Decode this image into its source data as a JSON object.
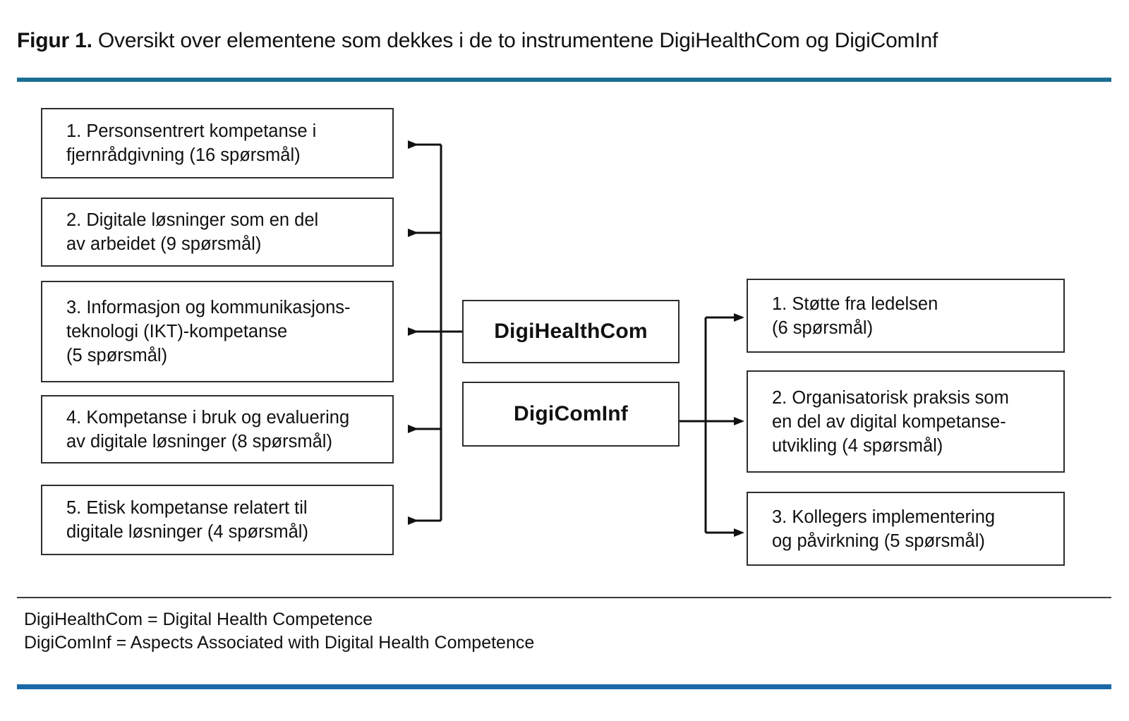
{
  "figure": {
    "label": "Figur 1.",
    "caption": "Oversikt over elementene som dekkes i de to instrumentene DigiHealthCom og DigiComInf",
    "accent_color_top": "#1b6e93",
    "accent_color_bottom": "#1a6aa8",
    "divider_color": "#3b3b3b",
    "box_border_color": "#2e2e2e"
  },
  "diagram": {
    "type": "flow-diagram",
    "center_nodes": [
      {
        "id": "digihealthcom",
        "label": "DigiHealthCom"
      },
      {
        "id": "digicominf",
        "label": "DigiComInf"
      }
    ],
    "left_branch": {
      "source": "DigiHealthCom",
      "direction": "left",
      "items": [
        {
          "index": "1.",
          "text": "1. Personsentrert kompetanse i\nfjernrådgivning (16 spørsmål)",
          "questions": 16
        },
        {
          "index": "2.",
          "text": "2. Digitale løsninger som en del\nav arbeidet (9 spørsmål)",
          "questions": 9
        },
        {
          "index": "3.",
          "text": "3. Informasjon og kommunikasjons-\nteknologi (IKT)-kompetanse\n(5 spørsmål)",
          "questions": 5
        },
        {
          "index": "4.",
          "text": "4. Kompetanse i bruk og evaluering\nav digitale løsninger (8 spørsmål)",
          "questions": 8
        },
        {
          "index": "5.",
          "text": "5. Etisk kompetanse relatert til\ndigitale løsninger (4 spørsmål)",
          "questions": 4
        }
      ]
    },
    "right_branch": {
      "source": "DigiComInf",
      "direction": "right",
      "items": [
        {
          "index": "1.",
          "text": "1. Støtte fra ledelsen\n(6 spørsmål)",
          "questions": 6
        },
        {
          "index": "2.",
          "text": "2. Organisatorisk praksis som\nen del av digital kompetanse-\nutvikling (4 spørsmål)",
          "questions": 4
        },
        {
          "index": "3.",
          "text": "3. Kollegers implementering\nog påvirkning (5 spørsmål)",
          "questions": 5
        }
      ]
    }
  },
  "footnote": {
    "lines": [
      "DigiHealthCom = Digital Health Competence",
      "DigiComInf = Aspects Associated with Digital Health Competence"
    ]
  }
}
